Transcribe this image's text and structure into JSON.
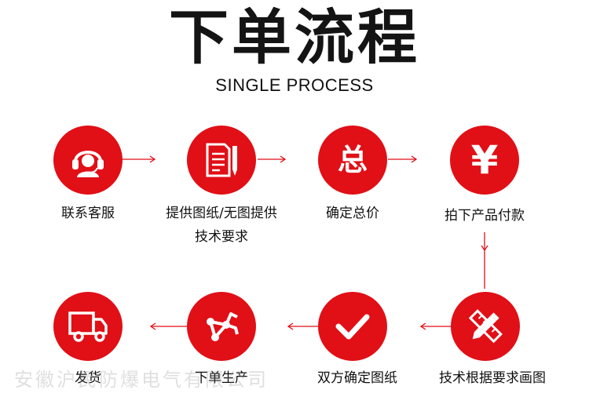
{
  "title": "下单流程",
  "subtitle": "SINGLE PROCESS",
  "accent_color": "#e10f16",
  "watermark": "安徽沪民防爆电气有限公司",
  "steps": [
    {
      "label": "联系客服",
      "icon": "headset-user-icon"
    },
    {
      "label": "提供图纸/无图提供",
      "label2": "技术要求",
      "icon": "document-pen-icon"
    },
    {
      "label": "确定总价",
      "icon": "total-character-icon",
      "glyph": "总"
    },
    {
      "label": "拍下产品付款",
      "icon": "yen-icon",
      "glyph": "¥"
    },
    {
      "label": "技术根据要求画图",
      "icon": "ruler-pencil-icon"
    },
    {
      "label": "双方确定图纸",
      "icon": "checkmark-icon"
    },
    {
      "label": "下单生产",
      "icon": "robot-arm-icon"
    },
    {
      "label": "发货",
      "icon": "delivery-truck-icon"
    }
  ]
}
